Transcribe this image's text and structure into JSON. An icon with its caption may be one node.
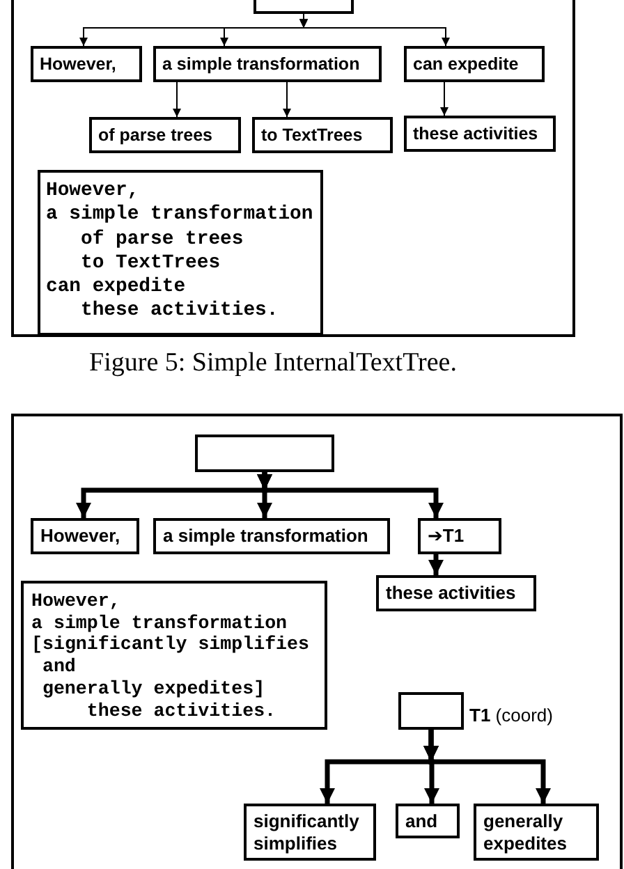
{
  "diagram": {
    "caption": "Figure 5: Simple InternalTextTree.",
    "nodes": [
      {
        "text": [],
        "shape": "box"
      },
      {
        "text": [
          "However,"
        ]
      },
      {
        "text": [
          "a simple transformation"
        ]
      },
      {
        "text": [
          "can expedite"
        ]
      },
      {
        "text": [
          "of parse trees"
        ]
      },
      {
        "text": [
          "to TextTrees"
        ]
      },
      {
        "text": [
          "these activities"
        ]
      },
      {
        "text": [
          "However, a simple transformation of parse trees to TextTrees can expedite these activities."
        ]
      },
      {
        "text": [],
        "shape": "box"
      },
      {
        "text": [
          "However,"
        ]
      },
      {
        "text": [
          "a simple transformation"
        ]
      },
      {
        "text": [
          "➔T1"
        ]
      },
      {
        "text": [
          "these activities"
        ]
      },
      {
        "text": [
          "However, a simple transformation [significantly simplifies and generally expedites] these activities."
        ]
      },
      {
        "text": [],
        "shape": "box",
        "beside": [
          "**T1** (coord)"
        ]
      },
      {
        "text": [
          "significantly simplifies"
        ]
      },
      {
        "text": [
          "and"
        ]
      },
      {
        "text": [
          "generally expedites"
        ]
      }
    ],
    "edges": [
      {
        "from": 0,
        "to": 1,
        "arrow": "to"
      },
      {
        "from": 0,
        "to": 2,
        "arrow": "to"
      },
      {
        "from": 0,
        "to": 3,
        "arrow": "to"
      },
      {
        "from": 2,
        "to": 4,
        "arrow": "to"
      },
      {
        "from": 2,
        "to": 5,
        "arrow": "to"
      },
      {
        "from": 3,
        "to": 6,
        "arrow": "to"
      },
      {
        "from": 8,
        "to": 9,
        "arrow": "to"
      },
      {
        "from": 8,
        "to": 10,
        "arrow": "to"
      },
      {
        "from": 8,
        "to": 11,
        "arrow": "to"
      },
      {
        "from": 11,
        "to": 12,
        "arrow": "to"
      },
      {
        "from": 14,
        "to": 15,
        "arrow": "to"
      },
      {
        "from": 14,
        "to": 16,
        "arrow": "to"
      },
      {
        "from": 14,
        "to": 17,
        "arrow": "to"
      }
    ]
  }
}
